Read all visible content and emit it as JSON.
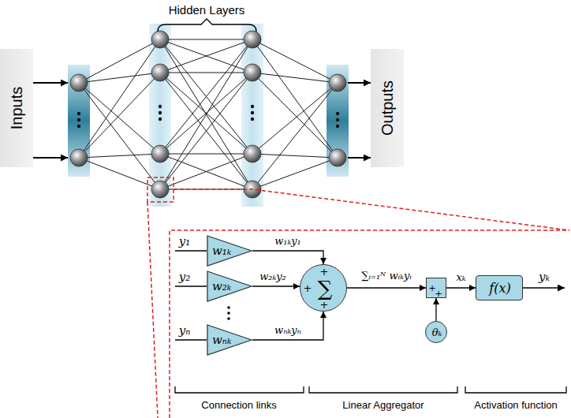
{
  "diagram": {
    "nodes": [
      {
        "text": [
          "Inputs"
        ]
      },
      {
        "text": [
          "Outputs"
        ]
      },
      {
        "text": [
          "w₁ₖ"
        ]
      },
      {
        "text": [
          "w₂ₖ"
        ]
      },
      {
        "text": [
          "wₙₖ"
        ]
      },
      {
        "text": [
          "+",
          "+",
          "∑",
          "+"
        ]
      },
      {
        "text": [
          "+",
          "+"
        ]
      },
      {
        "text": [
          "θₖ"
        ]
      },
      {
        "text": [
          "f(x)"
        ]
      }
    ],
    "edges": [
      {
        "from": 2,
        "to": 5,
        "label": "w₁ₖy₁",
        "arrow": "to"
      },
      {
        "from": 3,
        "to": 5,
        "label": "w₂ₖy₂",
        "arrow": "to"
      },
      {
        "from": 4,
        "to": 5,
        "label": "wₙₖyₙ",
        "arrow": "to"
      },
      {
        "from": 5,
        "to": 6,
        "label": "∑ᵢ₌₁ᴺ wᵢₖyᵢ",
        "arrow": "to"
      },
      {
        "from": 7,
        "to": 6,
        "arrow": "to"
      },
      {
        "from": 6,
        "to": 8,
        "label": "xₖ",
        "arrow": "to"
      }
    ],
    "labels": [
      "Hidden Layers",
      "y₁",
      "y₂",
      "yₙ",
      "yₖ",
      "Connection links",
      "Linear Aggregator",
      "Activation function"
    ]
  }
}
